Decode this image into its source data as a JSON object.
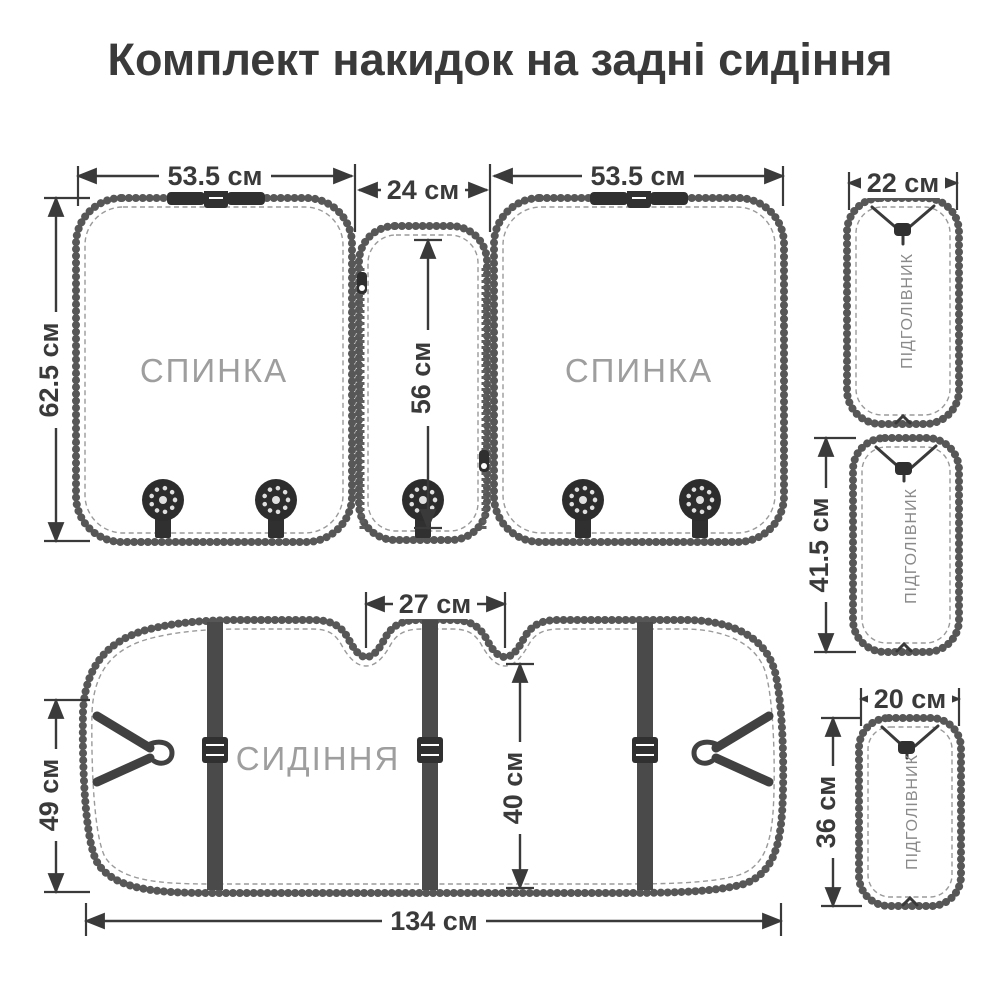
{
  "title": "Комплект накидок на задні сидіння",
  "colors": {
    "ink": "#3a3a3a",
    "muted_label": "#9e9e9e",
    "stitch_border": "#575757",
    "strap": "#4a4a4a"
  },
  "pieces": {
    "backrest_left": {
      "label": "СПИНКА",
      "width": "53.5 см",
      "height": "62.5 см"
    },
    "middle": {
      "width": "24 см",
      "height": "56 см"
    },
    "backrest_right": {
      "label": "СПИНКА",
      "width": "53.5 см"
    },
    "headrest_top": {
      "label": "ПІДГОЛІВНИК",
      "width": "22 см"
    },
    "headrest_middle": {
      "label": "ПІДГОЛІВНИК",
      "height": "41.5 см"
    },
    "headrest_bottom": {
      "label": "ПІДГОЛІВНИК",
      "width": "20 см",
      "height": "36 см"
    },
    "seat": {
      "label": "СИДІННЯ",
      "width": "134 см",
      "height": "49 см",
      "notch_gap": "27 см",
      "strap_height": "40 см"
    }
  },
  "icons": {
    "buckle": "strap-buckle-icon",
    "grommet": "grommet-button-icon",
    "zipper": "zipper-icon",
    "hook": "s-hook-icon",
    "cord": "drawcord-toggle-icon"
  }
}
